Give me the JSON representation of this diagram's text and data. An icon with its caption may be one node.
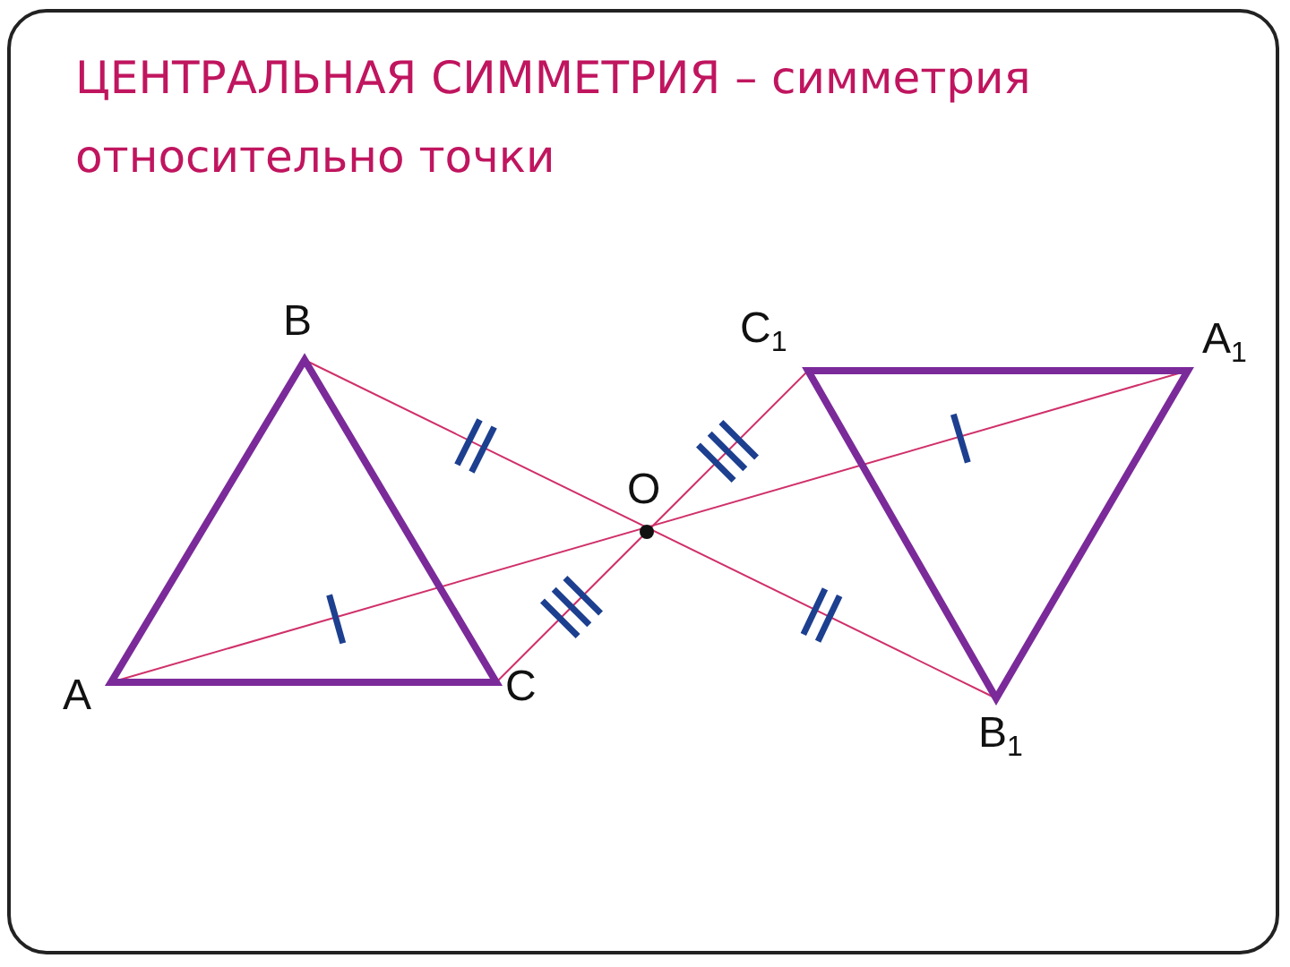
{
  "diagram": {
    "title": "ЦЕНТРАЛЬНАЯ СИММЕТРИЯ – симметрия относительно точки",
    "labels": [
      "B",
      "C$_{1}$",
      "A$_{1}$",
      "O",
      "A",
      "C",
      "B$_{1}$"
    ]
  }
}
